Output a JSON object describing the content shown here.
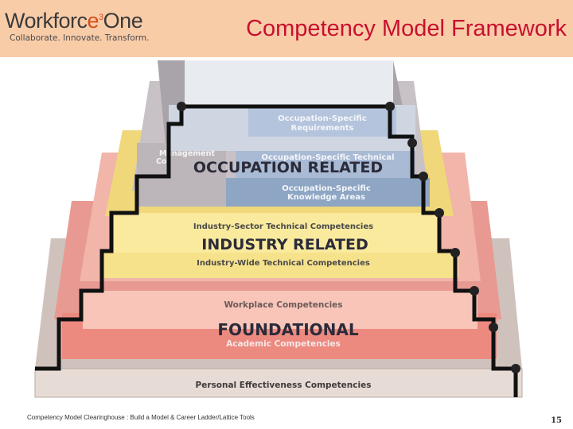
{
  "header": {
    "logo": {
      "word_prefix": "Workforc",
      "word_e": "e",
      "superscript": "3",
      "word_suffix": "One",
      "tagline": "Collaborate.  Innovate.  Transform."
    },
    "title": "Competency Model Framework"
  },
  "pyramid": {
    "occupation_related": "OCCUPATION RELATED",
    "occupation_specific_requirements_line1": "Occupation-Specific",
    "occupation_specific_requirements_line2": "Requirements",
    "occupation_specific_technical": "Occupation-Specific Technical",
    "occupation_specific_knowledge_line1": "Occupation-Specific",
    "occupation_specific_knowledge_line2": "Knowledge Areas",
    "management_line1": "Management",
    "management_line2": "Co",
    "industry_sector_technical": "Industry-Sector Technical Competencies",
    "industry_related": "INDUSTRY RELATED",
    "industry_wide_technical": "Industry-Wide Technical Competencies",
    "workplace": "Workplace Competencies",
    "foundational": "FOUNDATIONAL",
    "academic": "Academic Competencies",
    "personal_effectiveness": "Personal Effectiveness Competencies"
  },
  "footer": {
    "source": "Competency Model Clearinghouse : Build a Model & Career Ladder/Lattice Tools",
    "page_number": "15"
  },
  "colors": {
    "header_bg": "#f9cca8",
    "title": "#c8102e",
    "tier_personal": "#e7dbd6",
    "tier_academic": "#ed8a80",
    "tier_workplace": "#f8c5b8",
    "tier_industry": "#f7e28c",
    "tier_occupation": "#b4c4dc"
  }
}
